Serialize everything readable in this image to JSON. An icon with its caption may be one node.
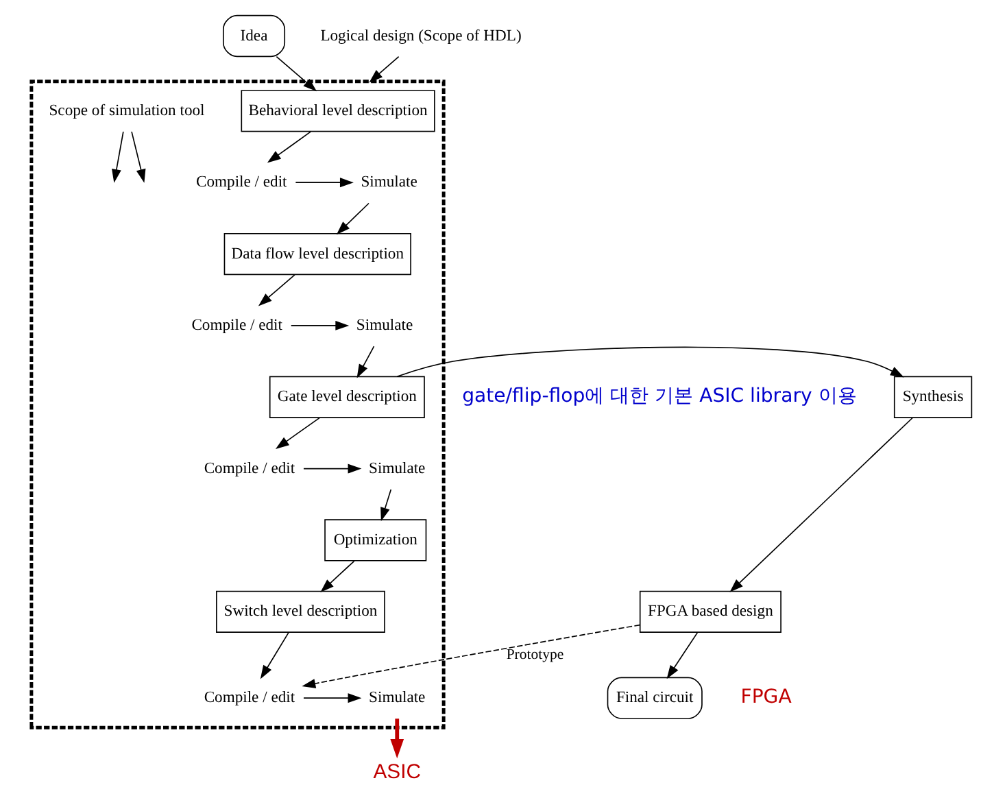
{
  "diagram": {
    "nodes": [
      {
        "text": [
          "Idea"
        ]
      },
      {
        "text": [
          "Logical design (Scope of HDL)"
        ]
      },
      {
        "text": [],
        "shape": "box"
      },
      {
        "text": [
          "Behavioral level description"
        ],
        "in": 2
      },
      {
        "text": [
          "Scope of simulation tool"
        ],
        "in": 2
      },
      {
        "text": [
          "Compile / edit"
        ],
        "in": 2
      },
      {
        "text": [
          "Simulate"
        ],
        "in": 2
      },
      {
        "text": [
          "Data flow level description"
        ],
        "in": 2
      },
      {
        "text": [
          "Compile / edit"
        ],
        "in": 2
      },
      {
        "text": [
          "Simulate"
        ],
        "in": 2
      },
      {
        "text": [
          "Gate level description"
        ],
        "in": 2
      },
      {
        "text": [
          "Compile / edit"
        ],
        "in": 2
      },
      {
        "text": [
          "Simulate"
        ],
        "in": 2
      },
      {
        "text": [
          "Optimization"
        ],
        "in": 2
      },
      {
        "text": [
          "Synthesis"
        ]
      },
      {
        "text": [
          "FPGA based design"
        ]
      },
      {
        "text": [
          "Switch level description"
        ],
        "in": 2
      },
      {
        "text": [
          "Compile / edit"
        ],
        "in": 2
      },
      {
        "text": [
          "Simulate"
        ],
        "in": 2
      },
      {
        "text": [
          "Final circuit"
        ]
      },
      {
        "text": [
          "ASIC"
        ]
      }
    ],
    "edges": [
      {
        "from": 0,
        "to": 3,
        "arrow": "to"
      },
      {
        "from": 1,
        "to": 2,
        "arrow": "to"
      },
      {
        "from": 4,
        "to": null,
        "arrow": "to"
      },
      {
        "from": 4,
        "to": null,
        "arrow": "to"
      },
      {
        "from": 3,
        "to": 5,
        "arrow": "to"
      },
      {
        "from": 5,
        "to": 6,
        "arrow": "to"
      },
      {
        "from": 6,
        "to": 7,
        "arrow": "to"
      },
      {
        "from": 7,
        "to": 8,
        "arrow": "to"
      },
      {
        "from": 8,
        "to": 9,
        "arrow": "to"
      },
      {
        "from": 9,
        "to": 10,
        "arrow": "to"
      },
      {
        "from": 10,
        "to": 11,
        "arrow": "to"
      },
      {
        "from": 10,
        "to": 14,
        "arrow": "to"
      },
      {
        "from": 11,
        "to": 12,
        "arrow": "to"
      },
      {
        "from": 12,
        "to": 13,
        "arrow": "to"
      },
      {
        "from": 13,
        "to": 16,
        "arrow": "to"
      },
      {
        "from": 14,
        "to": 15,
        "arrow": "to"
      },
      {
        "from": 16,
        "to": 17,
        "arrow": "to"
      },
      {
        "from": 17,
        "to": 18,
        "arrow": "to"
      },
      {
        "from": 18,
        "to": 20,
        "arrow": "to",
        "color": "#c00000",
        "style": "thick"
      },
      {
        "from": 15,
        "to": 19,
        "arrow": "to"
      },
      {
        "from": 15,
        "to": 17,
        "arrow": "to",
        "label": "Prototype",
        "style": "dashed"
      }
    ],
    "labels": [
      "gate/flip-flop에 대한 기본 ASIC library 이용",
      "FPGA"
    ]
  }
}
